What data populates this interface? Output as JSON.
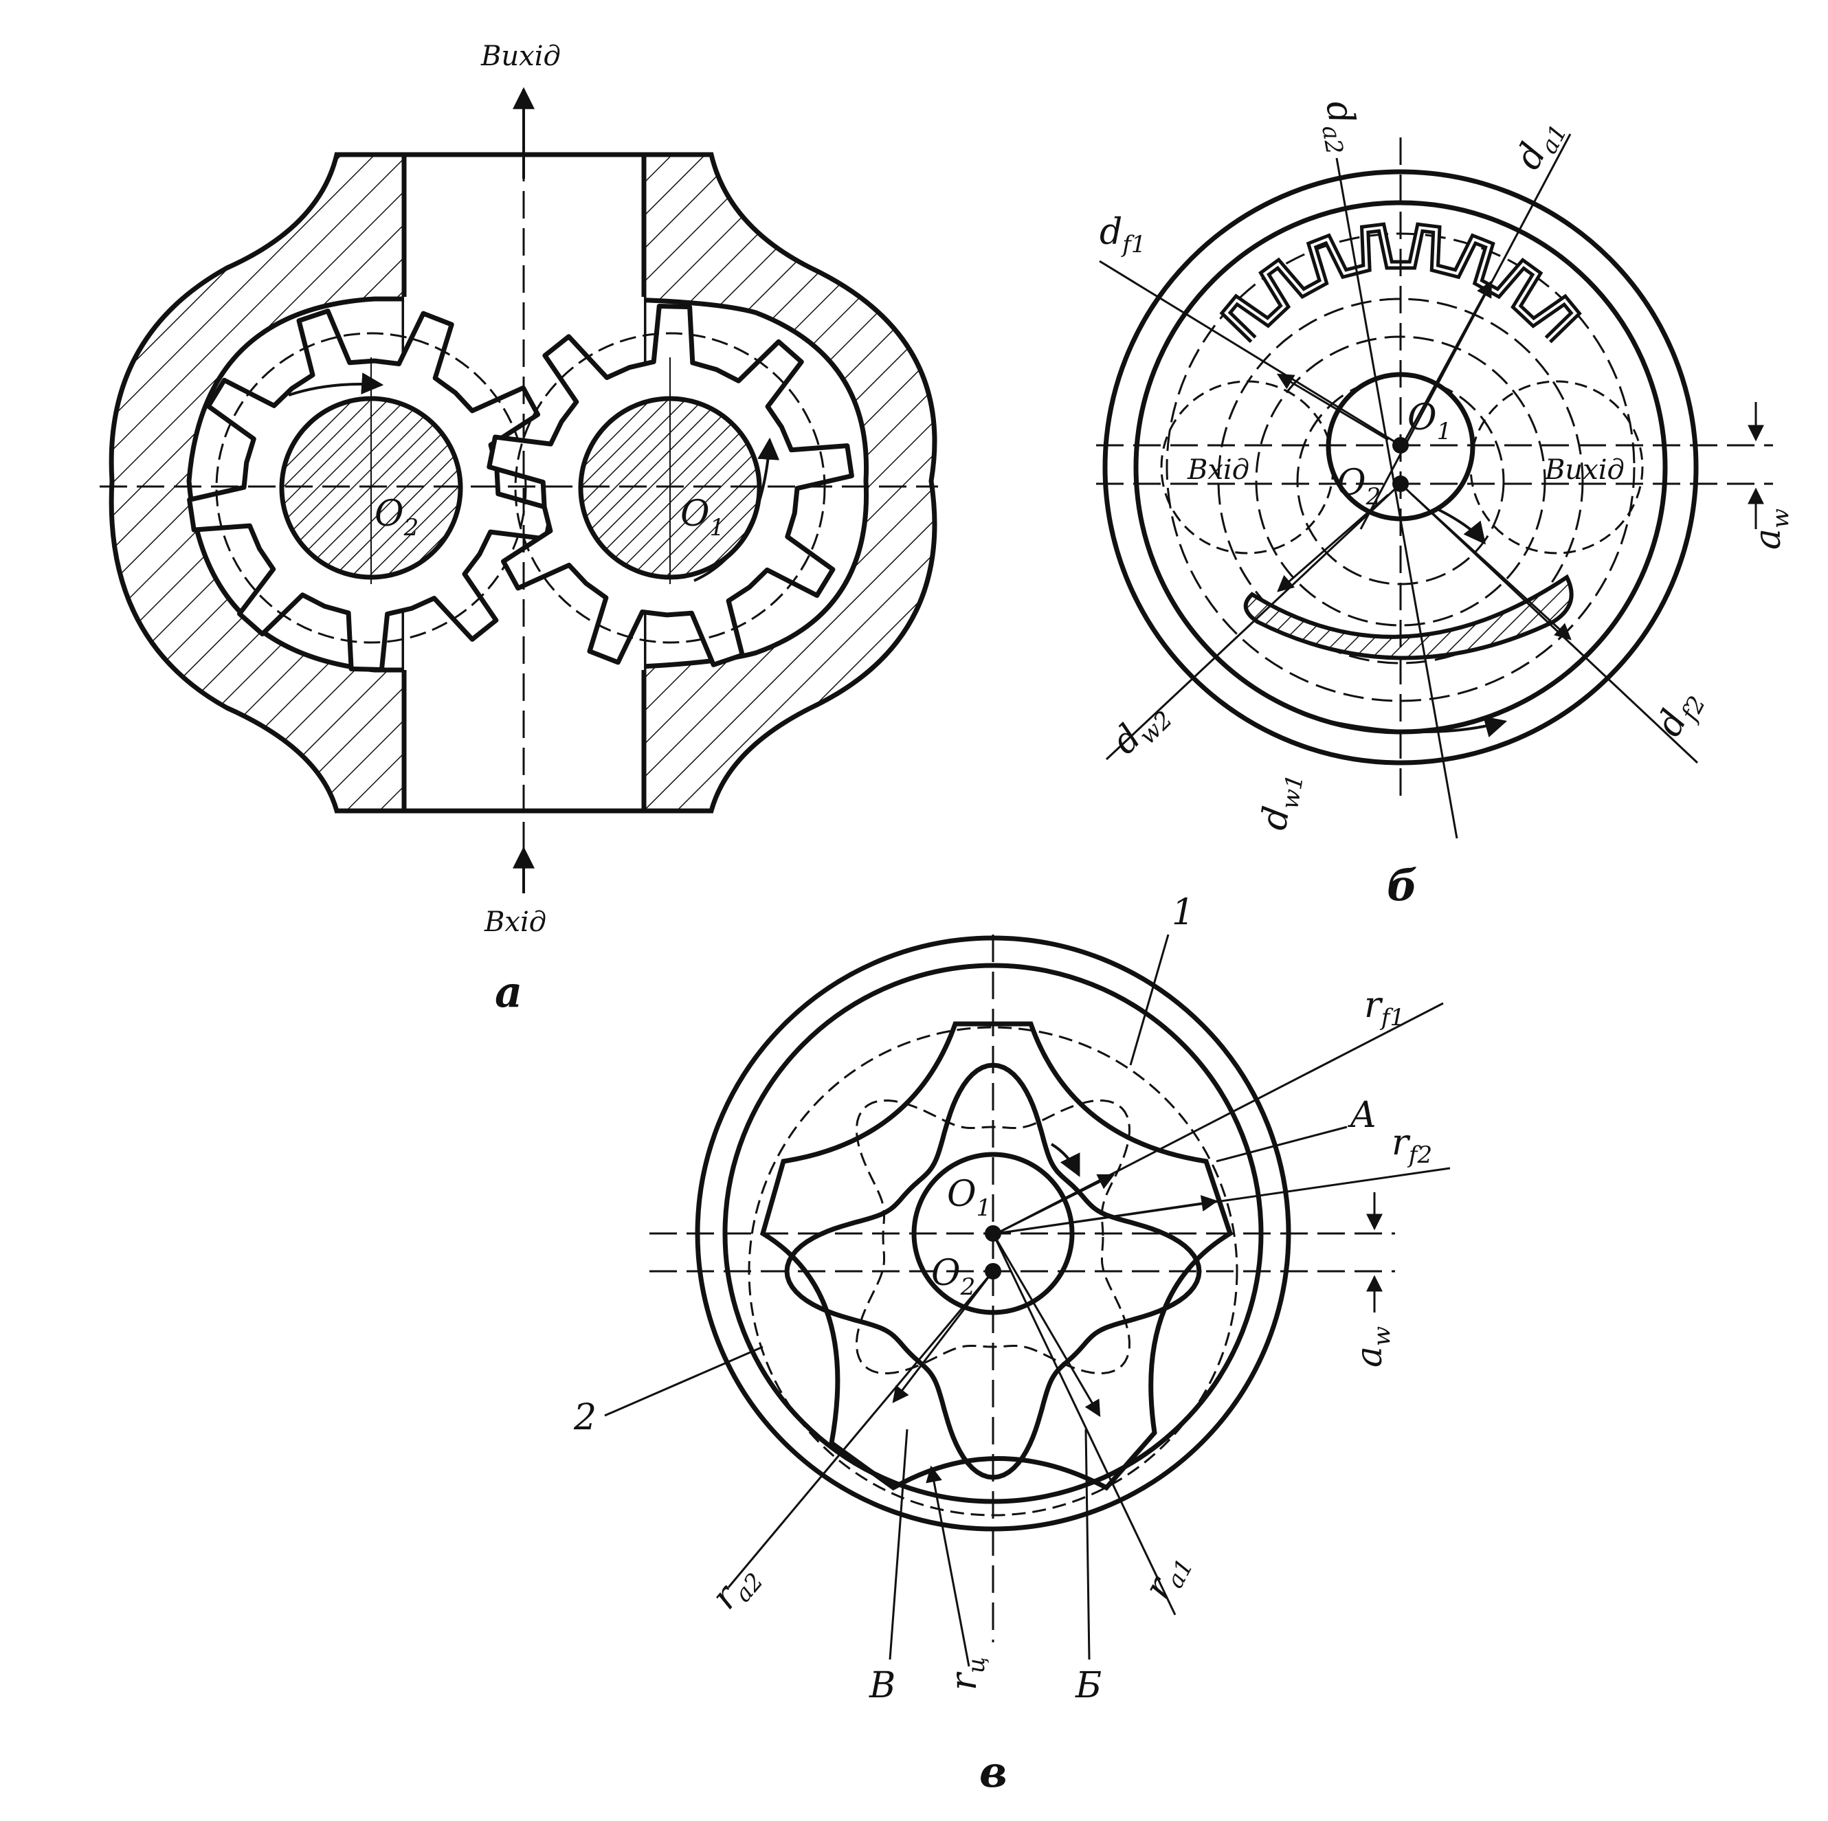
{
  "colors": {
    "ink": "#111111",
    "background": "#ffffff"
  },
  "fig_a": {
    "letter": "а",
    "outlet": "Вихід",
    "inlet": "Вхід",
    "center_left": {
      "base": "O",
      "sub": "2"
    },
    "center_right": {
      "base": "O",
      "sub": "1"
    }
  },
  "fig_b": {
    "letter": "б",
    "inlet": "Вхід",
    "outlet": "Вихід",
    "center_1": {
      "base": "O",
      "sub": "1"
    },
    "center_2": {
      "base": "O",
      "sub": "2"
    },
    "da2": {
      "base": "d",
      "sub": "a2"
    },
    "da1": {
      "base": "d",
      "sub": "a1"
    },
    "df1": {
      "base": "d",
      "sub": "f1"
    },
    "dw2": {
      "base": "d",
      "sub": "w2"
    },
    "dw1": {
      "base": "d",
      "sub": "w1"
    },
    "df2": {
      "base": "d",
      "sub": "f2"
    },
    "aw": {
      "base": "a",
      "sub": "w"
    }
  },
  "fig_c": {
    "letter": "в",
    "part1": "1",
    "part2": "2",
    "center_1": {
      "base": "O",
      "sub": "1"
    },
    "center_2": {
      "base": "O",
      "sub": "2"
    },
    "rf1": {
      "base": "r",
      "sub": "f1"
    },
    "rf2": {
      "base": "r",
      "sub": "f2"
    },
    "point_A": "A",
    "aw": {
      "base": "a",
      "sub": "w"
    },
    "ra2": {
      "base": "r",
      "sub": "a2"
    },
    "ra1": {
      "base": "r",
      "sub": "a1"
    },
    "rc": {
      "base": "r",
      "sub": "ц"
    },
    "point_V": "В",
    "point_B": "Б"
  }
}
